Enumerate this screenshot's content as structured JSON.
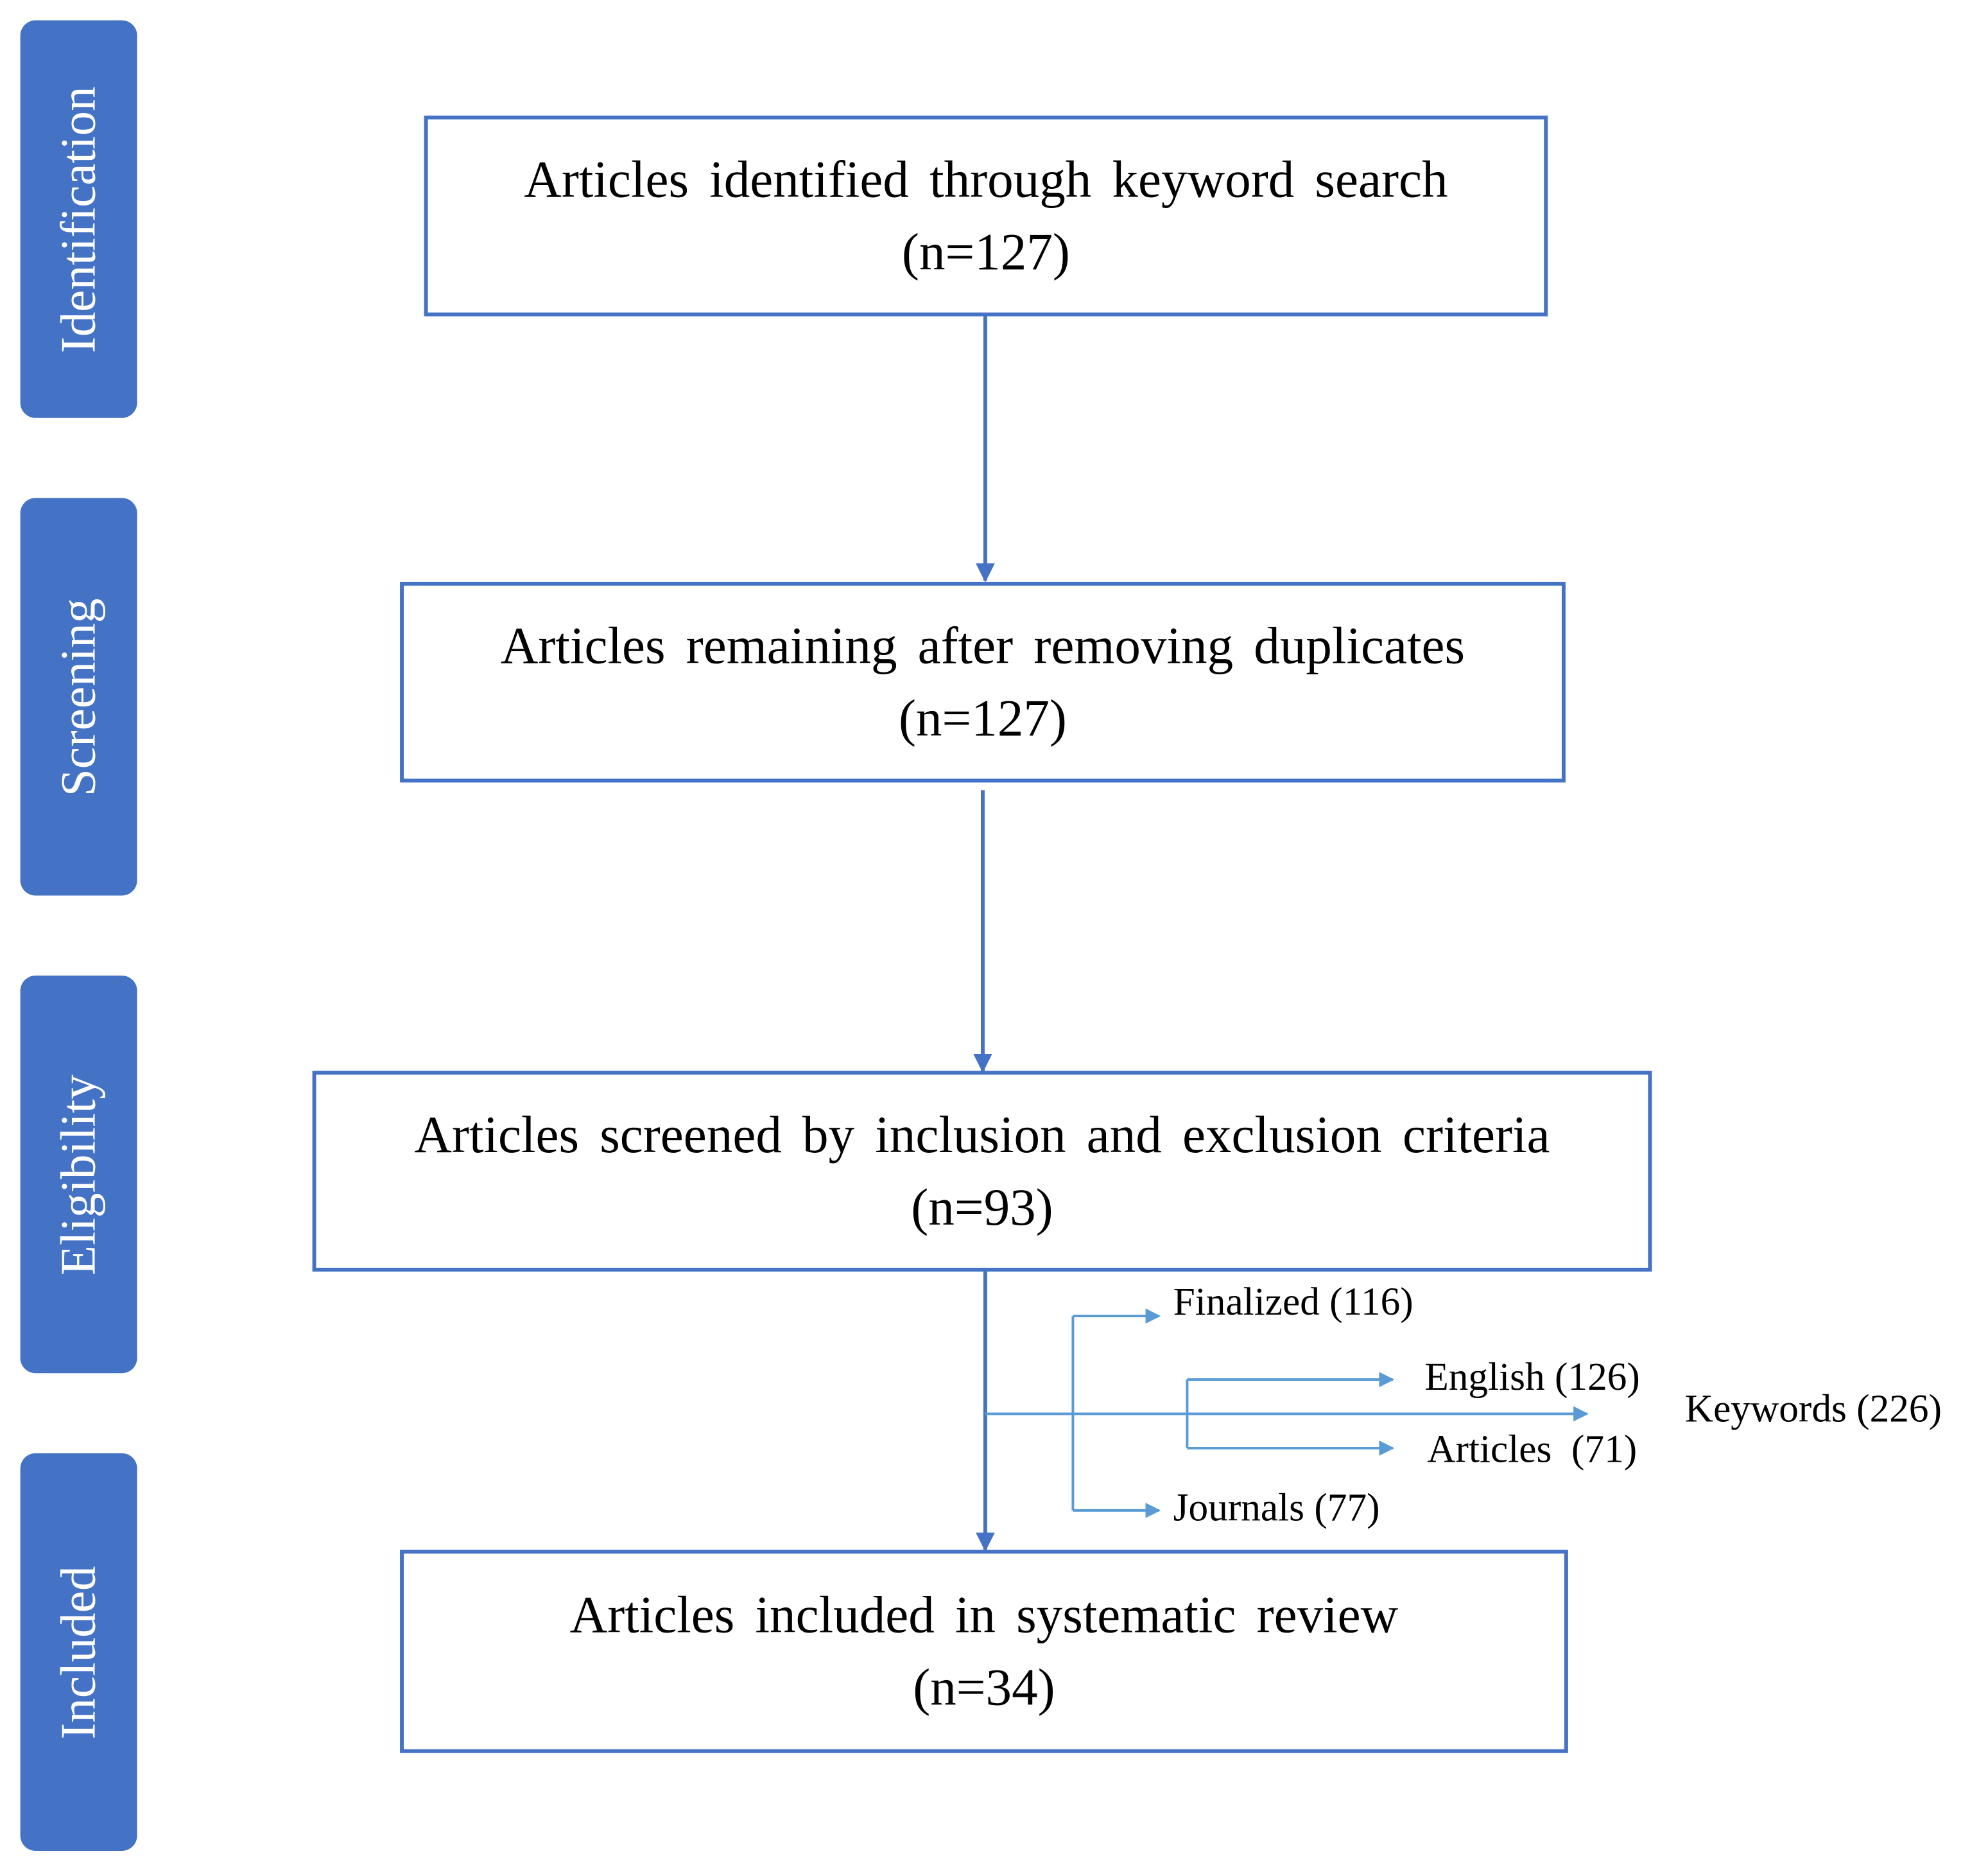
{
  "phases": {
    "identification": "Identification",
    "screening": "Screening",
    "eligibility": "Eligibility",
    "included": "Included"
  },
  "boxes": {
    "identified": {
      "text": "Articles identified through keyword search",
      "count": "(n=127)"
    },
    "deduplicated": {
      "text": "Articles remaining after removing duplicates",
      "count": "(n=127)"
    },
    "screened": {
      "text": "Articles screened by inclusion and exclusion criteria",
      "count": "(n=93)"
    },
    "included": {
      "text": "Articles included in systematic review",
      "count": "(n=34)"
    }
  },
  "criteria": {
    "finalized": "Finalized (116)",
    "english": "English (126)",
    "articles": "Articles  (71)",
    "journals": "Journals (77)",
    "keywords": "Keywords (226)"
  },
  "colors": {
    "phase_fill": "#4472c4",
    "box_border": "#4472c4",
    "main_arrow": "#4472c4",
    "branch_arrow": "#5b9bd5"
  }
}
